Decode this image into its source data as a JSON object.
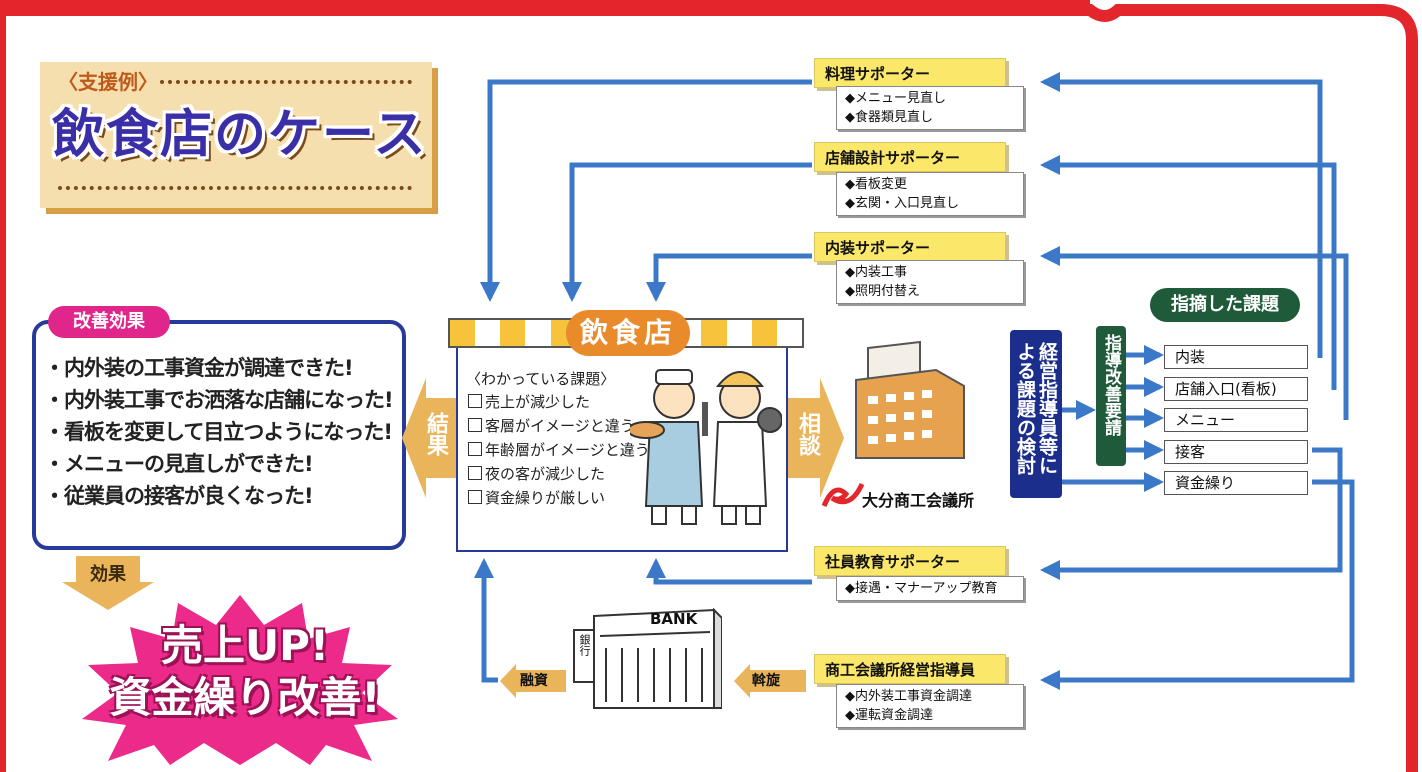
{
  "case": {
    "prefix": "〈支援例〉",
    "title": "飲食店のケース"
  },
  "effects": {
    "tag": "改善効果",
    "items": [
      "・内外装の工事資金が調達できた!",
      "・内外装工事でお洒落な店舗になった!",
      "・看板を変更して目立つようになった!",
      "・メニューの見直しができた!",
      "・従業員の接客が良くなった!"
    ],
    "arrow_label": "効果",
    "result_line1": "売上UP!",
    "result_line2": "資金繰り改善!"
  },
  "restaurant": {
    "sign": "飲食店",
    "issues_title": "〈わかっている課題〉",
    "issues": [
      "売上が減少した",
      "客層がイメージと違う",
      "年齢層がイメージと違う",
      "夜の客が減少した",
      "資金繰りが厳しい"
    ],
    "result_label": "結果",
    "consult_label": "相談"
  },
  "office": {
    "name": "大分商工会議所",
    "review_label": "経営指導員等による課題の検討",
    "request_label": "指導改善要請",
    "pointed_title": "指摘した課題",
    "pointed_issues": [
      "内装",
      "店舗入口(看板)",
      "メニュー",
      "接客",
      "資金繰り"
    ]
  },
  "supporters": [
    {
      "title": "料理サポーター",
      "notes": [
        "メニュー見直し",
        "食器類見直し"
      ]
    },
    {
      "title": "店舗設計サポーター",
      "notes": [
        "看板変更",
        "玄関・入口見直し"
      ]
    },
    {
      "title": "内装サポーター",
      "notes": [
        "内装工事",
        "照明付替え"
      ]
    },
    {
      "title": "社員教育サポーター",
      "notes": [
        "接遇・マナーアップ教育"
      ]
    },
    {
      "title": "商工会議所経営指導員",
      "notes": [
        "内外装工事資金調達",
        "運転資金調達"
      ]
    }
  ],
  "bank": {
    "sign": "BANK",
    "side_label": "銀行",
    "loan_label": "融資",
    "mediation_label": "斡旋"
  },
  "colors": {
    "frame_red": "#e3262b",
    "navy": "#1c2e8c",
    "arrow_blue": "#3c78c8",
    "magenta": "#e0268b",
    "orange_arrow": "#e9b45a",
    "yellow_tab": "#fbe86a",
    "green": "#1f5a3a"
  }
}
